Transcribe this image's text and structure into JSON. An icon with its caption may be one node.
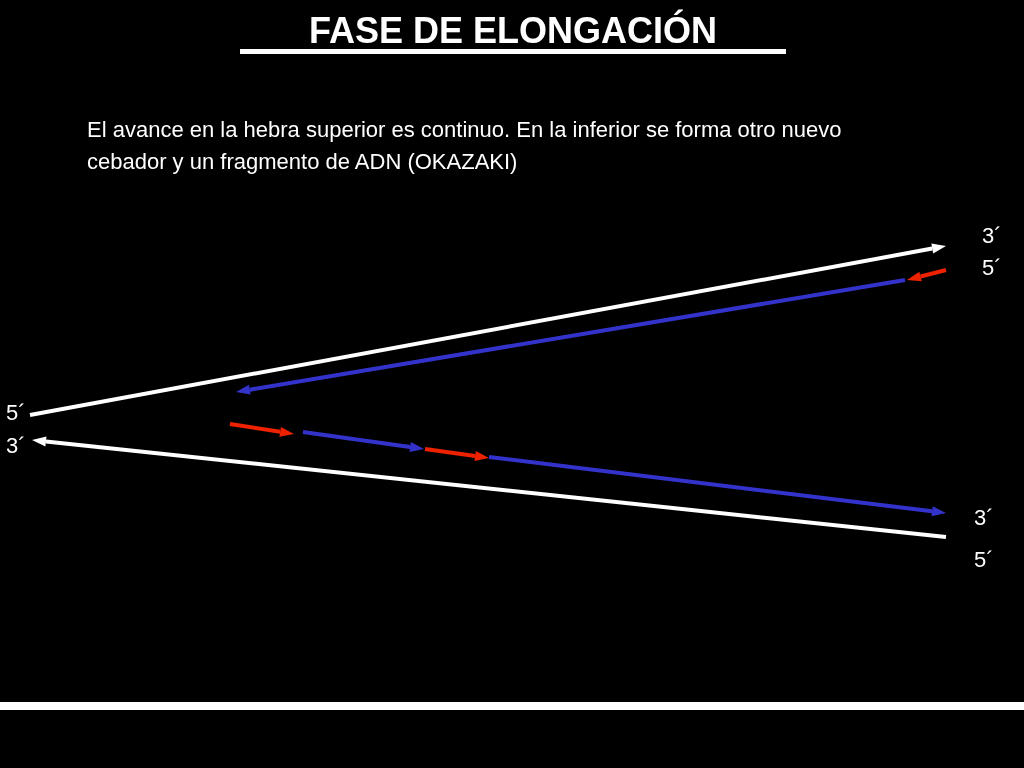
{
  "diagram": {
    "title": "FASE DE ELONGACIÓN",
    "labels": [
      "El avance en la hebra superior es continuo. En la inferior se forma otro nuevo cebador y un fragmento de ADN (OKAZAKI)",
      "3´",
      "5´",
      "5´",
      "3´",
      "3´",
      "5´"
    ]
  }
}
